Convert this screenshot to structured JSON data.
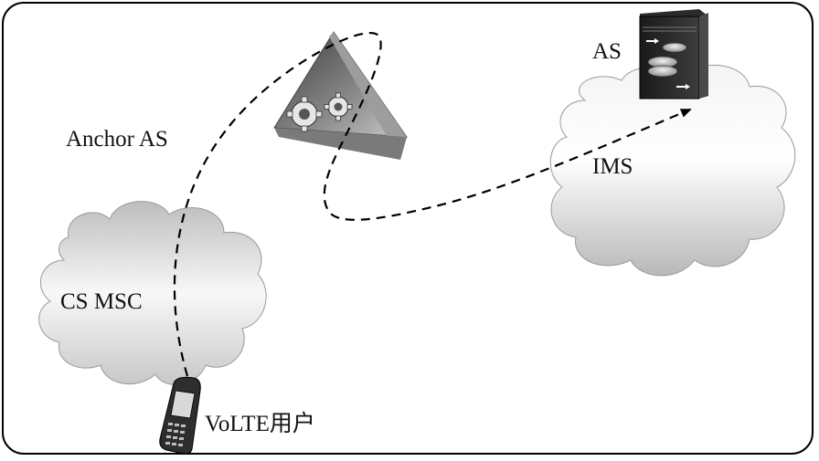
{
  "labels": {
    "anchor_as": "Anchor AS",
    "as": "AS",
    "ims": "IMS",
    "cs_msc": "CS MSC",
    "volte_user": "VoLTE用户"
  },
  "nodes": [
    {
      "id": "anchor-as",
      "icon": "gears-triangle-icon"
    },
    {
      "id": "as",
      "icon": "server-icon"
    },
    {
      "id": "ims",
      "icon": "cloud-icon"
    },
    {
      "id": "cs-msc",
      "icon": "cloud-icon"
    },
    {
      "id": "volte-user",
      "icon": "mobile-phone-icon"
    }
  ],
  "edges": [
    {
      "from": "volte-user",
      "via": "anchor-as",
      "to": "as",
      "style": "dashed",
      "arrow": "end"
    }
  ],
  "colors": {
    "border": "#000000",
    "cloud_light": "#ffffff",
    "cloud_dark": "#bfbfbf",
    "dash": "#000000"
  }
}
